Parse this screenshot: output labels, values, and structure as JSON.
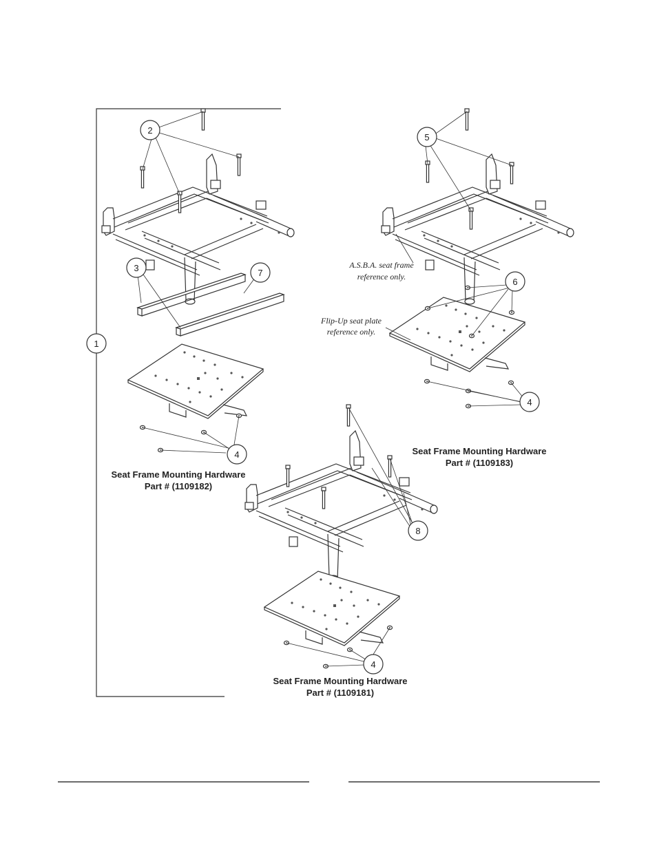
{
  "callouts": {
    "c1": "1",
    "c2": "2",
    "c3": "3",
    "c4a": "4",
    "c4b": "4",
    "c4c": "4",
    "c5": "5",
    "c6": "6",
    "c7": "7",
    "c8": "8"
  },
  "captions": {
    "kit_1109182": {
      "line1": "Seat Frame Mounting Hardware",
      "line2": "Part # (1109182)"
    },
    "kit_1109183": {
      "line1": "Seat Frame Mounting Hardware",
      "line2": "Part # (1109183)"
    },
    "kit_1109181": {
      "line1": "Seat Frame Mounting Hardware",
      "line2": "Part # (1109181)"
    }
  },
  "notes": {
    "asba": {
      "line1": "A.S.B.A. seat frame",
      "line2": "reference only."
    },
    "flipup": {
      "line1": "Flip-Up seat plate",
      "line2": "reference only."
    }
  },
  "colors": {
    "line": "#333333",
    "text": "#222222",
    "background": "#ffffff"
  }
}
